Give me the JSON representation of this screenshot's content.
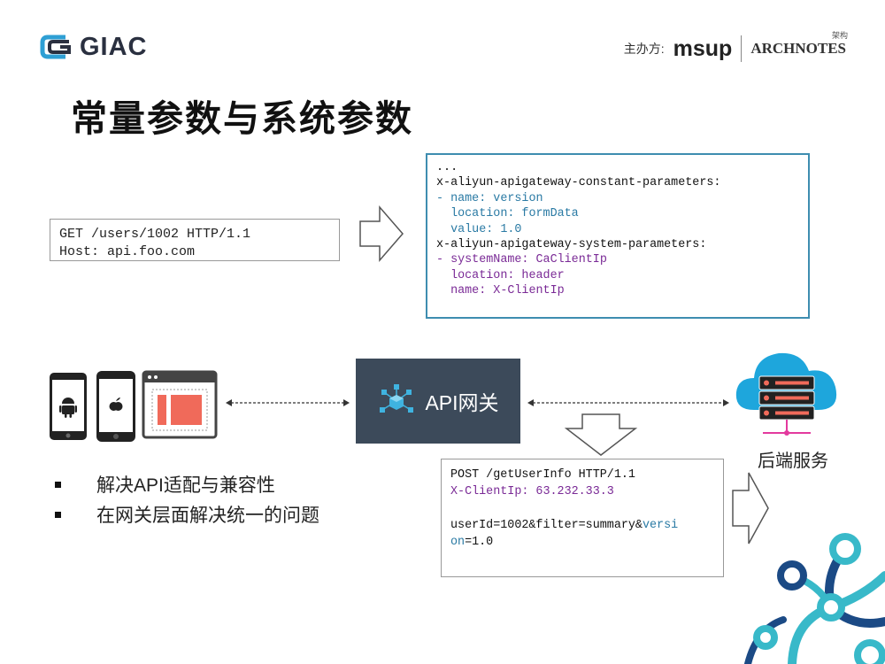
{
  "header": {
    "logo_text": "GIAC",
    "organizer_label": "主办方:",
    "msup": "msup",
    "archnotes": "ARCHNOTES",
    "archnotes_cn": "架构"
  },
  "title": "常量参数与系统参数",
  "request_box": {
    "lines": [
      "GET /users/1002 HTTP/1.1",
      "Host: api.foo.com"
    ]
  },
  "yaml_box": {
    "lines": [
      "...",
      "x-aliyun-apigateway-constant-parameters:",
      "- name: version",
      "  location: formData",
      "  value: 1.0",
      "x-aliyun-apigateway-system-parameters:",
      "- systemName: CaClientIp",
      "  location: header",
      "  name: X-ClientIp"
    ]
  },
  "gateway": {
    "label": "API网关"
  },
  "backend": {
    "label": "后端服务"
  },
  "post_box": {
    "line1": "POST /getUserInfo HTTP/1.1",
    "line2": "X-ClientIp: 63.232.33.3",
    "line3_a": "userId=1002&filter=summary&",
    "line3_b": "versi",
    "line4_a": "on",
    "line4_b": "=1.0"
  },
  "bullets": [
    "解决API适配与兼容性",
    "在网关层面解决统一的问题"
  ],
  "colors": {
    "yaml_border": "#3e8db0",
    "gateway_bg": "#3c4a5a",
    "purple": "#7a2a96",
    "blue": "#2a7aa4",
    "cloud": "#1ea6dc",
    "server_red": "#f06a5a",
    "deco_teal": "#38b9c9",
    "deco_navy": "#1b4a85"
  },
  "icons": [
    "giac-logo-icon",
    "android-phone-icon",
    "apple-phone-icon",
    "browser-window-icon",
    "gateway-cubes-icon",
    "cloud-server-icon",
    "right-arrow-icon",
    "down-arrow-icon",
    "decorative-network-icon"
  ]
}
